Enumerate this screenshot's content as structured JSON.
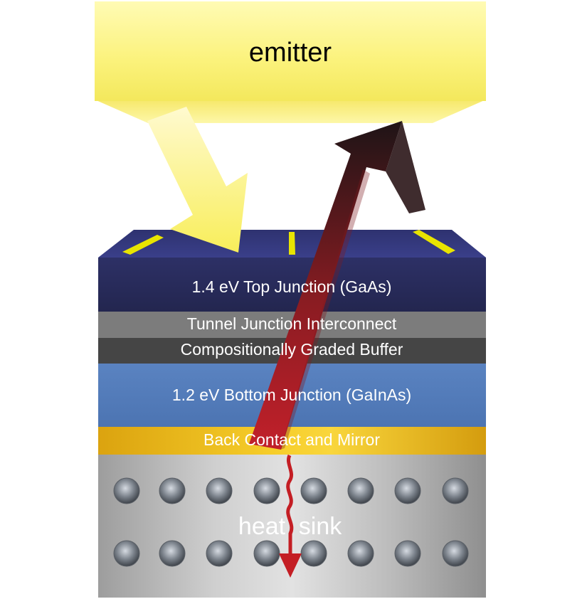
{
  "emitter": {
    "label": "emitter"
  },
  "layers": {
    "top_junction": "1.4 eV Top Junction (GaAs)",
    "tunnel_junction": "Tunnel Junction Interconnect",
    "graded_buffer": "Compositionally Graded Buffer",
    "bottom_junction": "1.2 eV Bottom Junction (GaInAs)",
    "back_contact": "Back Contact and Mirror"
  },
  "heat_sink": {
    "label_left": "heat",
    "label_right": "sink"
  },
  "colors": {
    "emitter": "#fbf47e",
    "top_junction": "#272a5c",
    "top_surface": "#383c86",
    "tunnel_junction": "#7e7e7e",
    "graded_buffer": "#454545",
    "bottom_junction": "#5079b9",
    "back_contact": "#f2c010",
    "heat_sink": "#b5b5b5",
    "incident_light": "#f8f27a",
    "reflected_photon": "#a01b21"
  }
}
